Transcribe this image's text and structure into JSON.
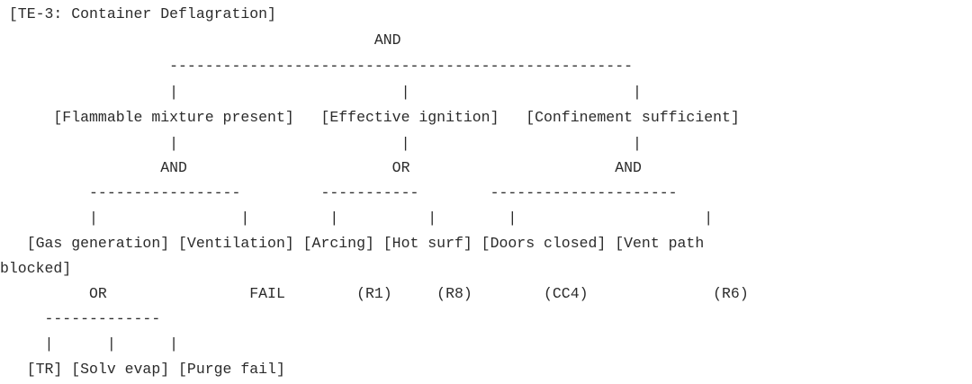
{
  "diagram": {
    "lines": [
      " [TE-3: Container Deflagration]",
      "                                          AND",
      "                   ----------------------------------------------------",
      "                   |                         |                         |",
      "      [Flammable mixture present]   [Effective ignition]   [Confinement sufficient]",
      "                   |                         |                         |",
      "                  AND                       OR                       AND",
      "          -----------------         -----------        ---------------------",
      "          |                |         |          |        |                     |",
      "   [Gas generation] [Ventilation] [Arcing] [Hot surf] [Doors closed] [Vent path",
      "blocked]",
      "          OR                FAIL        (R1)     (R8)        (CC4)              (R6)",
      "     -------------",
      "     |      |      |",
      "   [TR] [Solv evap] [Purge fail]"
    ]
  }
}
